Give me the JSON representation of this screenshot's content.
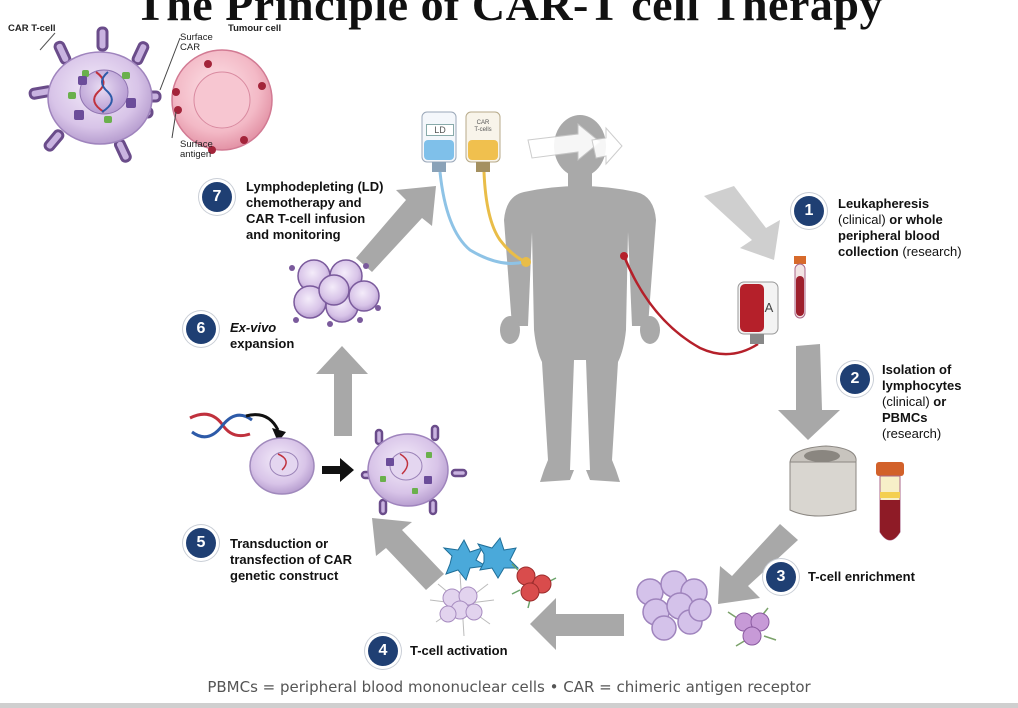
{
  "title": "The Principle of CAR-T cell Therapy",
  "inset": {
    "car_t_cell_label": "CAR T-cell",
    "tumour_cell_label": "Tumour cell",
    "surface_car_label_1": "Surface",
    "surface_car_label_2": "CAR",
    "surface_antigen_label_1": "Surface",
    "surface_antigen_label_2": "antigen"
  },
  "bags": {
    "left_bag": "LD",
    "right_bag_1": "CAR",
    "right_bag_2": "T-cells",
    "blood_bag": "A"
  },
  "steps": [
    {
      "number": "1",
      "bold1": "Leukapheresis",
      "plain1": "(clinical)",
      "bold2": "or whole",
      "bold3": "peripheral blood",
      "bold4": "collection",
      "plain2": "(research)"
    },
    {
      "number": "2",
      "bold1": "Isolation of",
      "bold2": "lymphocytes",
      "plain1": "(clinical)",
      "bold3": "or",
      "bold4": "PBMCs",
      "plain2": "(research)"
    },
    {
      "number": "3",
      "label": "T-cell enrichment"
    },
    {
      "number": "4",
      "label": "T-cell activation"
    },
    {
      "number": "5",
      "line1": "Transduction or",
      "line2": "transfection of CAR",
      "line3": "genetic construct"
    },
    {
      "number": "6",
      "line1": "Ex-vivo",
      "line2": "expansion"
    },
    {
      "number": "7",
      "line1": "Lymphodepleting (LD)",
      "line2": "chemotherapy and",
      "line3": "CAR T-cell infusion",
      "line4": "and monitoring"
    }
  ],
  "footer": "PBMCs = peripheral blood mononuclear cells • CAR = chimeric antigen receptor",
  "colors": {
    "badge": "#1f3f73",
    "arrow": "#a9a9a9",
    "body": "#a7a7a7",
    "cell": "#d9c6e8",
    "blood": "#b5202a",
    "ld_line": "#8ec3e6",
    "car_line": "#e9bd48"
  }
}
